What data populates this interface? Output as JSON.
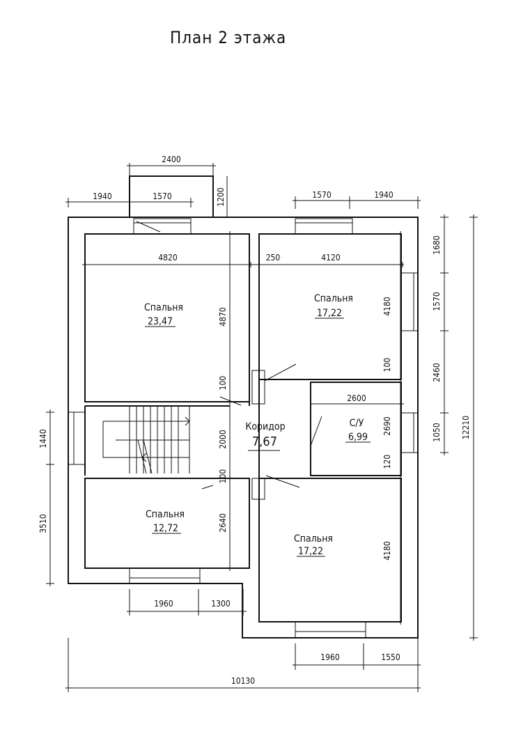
{
  "title": "План 2 этажа",
  "rooms": [
    {
      "name": "Спальня",
      "area": "23,47"
    },
    {
      "name": "Спальня",
      "area": "17,22"
    },
    {
      "name": "Коридор",
      "area": "7,67"
    },
    {
      "name": "С/У",
      "area": "6,99"
    },
    {
      "name": "Спальня",
      "area": "12,72"
    },
    {
      "name": "Спальня",
      "area": "17,22"
    }
  ],
  "dims": {
    "top_bay": "2400",
    "top_bay_depth": "1200",
    "top_left_1": "1940",
    "top_left_2": "1570",
    "top_right_1": "1570",
    "top_right_2": "1940",
    "in_4820": "4820",
    "in_250": "250",
    "in_4120": "4120",
    "v_4870": "4870",
    "v_100a": "100",
    "v_2000": "2000",
    "v_100b": "100",
    "v_2640": "2640",
    "r_4180a": "4180",
    "r_100": "100",
    "r_2690": "2690",
    "r_120": "120",
    "r_4180b": "4180",
    "h_2600": "2600",
    "side_1680": "1680",
    "side_1570": "1570",
    "side_2460": "2460",
    "side_1050": "1050",
    "total_h": "12210",
    "left_1440": "1440",
    "left_3510": "3510",
    "bot_1960a": "1960",
    "bot_1300": "1300",
    "bot_1960b": "1960",
    "bot_1550": "1550",
    "total_w": "10130"
  }
}
